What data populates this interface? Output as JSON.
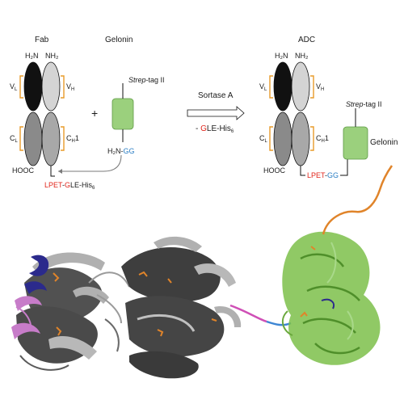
{
  "top": {
    "fab_title": "Fab",
    "gelonin_title": "Gelonin",
    "adc_title": "ADC",
    "plus": "+",
    "arrow_top": "Sortase A",
    "arrow_bottom_prefix": "- ",
    "arrow_bottom_g": "G",
    "arrow_bottom_rest": "LE-His",
    "arrow_bottom_sub": "6",
    "strep_italic": "Strep",
    "strep_rest": "-tag II",
    "fab_labels": {
      "h2n_left": "H₂N",
      "nh2_right": "NH₂",
      "vl": "V",
      "vl_sub": "L",
      "vh": "V",
      "vh_sub": "H",
      "cl": "C",
      "cl_sub": "L",
      "ch1": "C",
      "ch1_sub": "H",
      "ch1_num": "1",
      "hooc": "HOOC"
    },
    "lpet_tag_left": {
      "lpet": "LPET",
      "dash": "-",
      "g": "G",
      "rest": "LE-His",
      "sub": "6"
    },
    "h2n_gg": {
      "h2n": "H₂N-",
      "gg": "GG"
    },
    "adc_link": {
      "lpet": "LPET",
      "dash": "-",
      "gg": "GG"
    },
    "adc_gelonin_label": "Gelonin"
  },
  "colors": {
    "vl": "#111111",
    "vh": "#d4d4d4",
    "cl": "#8a8a8a",
    "ch1": "#a8a8a8",
    "bracket": "#e89b2a",
    "gelonin": "#9bd07d",
    "red": "#e0251b",
    "blue": "#2a7ec4",
    "fab_ribbon_dark": "#3e3e3e",
    "fab_ribbon_light": "#b0b0b0",
    "cdr_blue": "#2b2a8c",
    "cdr_magenta": "#c77cc9",
    "linker_magenta": "#cf4fb6",
    "linker_blue": "#3e86d4",
    "gelonin_ribbon": "#7cbf4a",
    "tail_orange": "#e0842a"
  }
}
